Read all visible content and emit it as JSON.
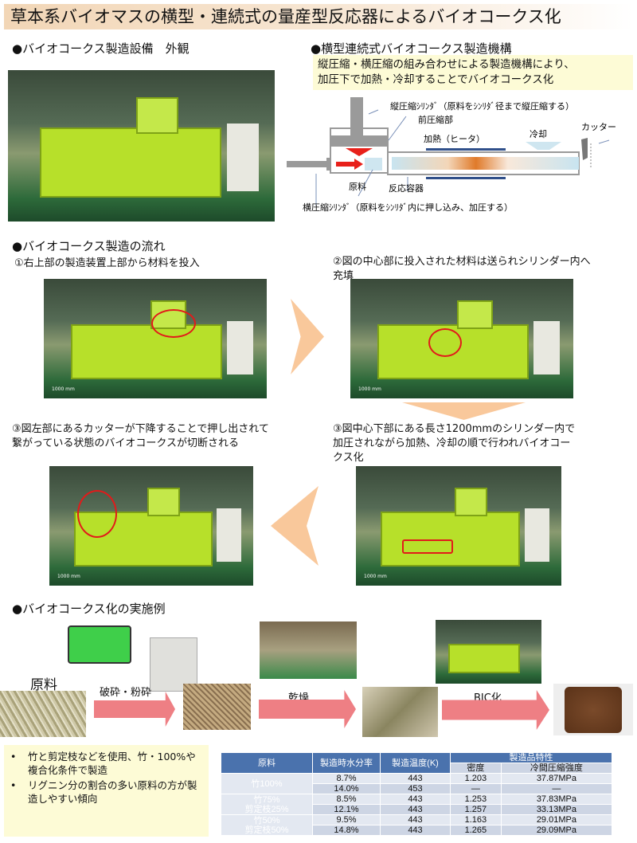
{
  "title": "草本系バイオマスの横型・連続式の量産型反応器によるバイオコークス化",
  "section_equipment": "●バイオコークス製造設備　外観",
  "section_mechanism": "●横型連続式バイオコークス製造機構",
  "mechanism_desc": [
    "縦圧縮・横圧縮の組み合わせによる製造機構により、",
    "加圧下で加熱・冷却することでバイオコークス化"
  ],
  "diagram": {
    "vertical_cylinder": "縦圧縮ｼﾘﾝﾀﾞ（原料をｼﾝﾘﾀﾞ径まで縦圧縮する）",
    "pre_compression": "前圧縮部",
    "heating": "加熱（ヒータ）",
    "cooling": "冷却",
    "cutter": "カッター",
    "raw": "原料",
    "reactor": "反応容器",
    "horizontal_cylinder": "横圧縮ｼﾘﾝﾀﾞ（原料をｼﾝﾘﾀﾞ内に押し込み、加圧する）",
    "colors": {
      "gray": "#9a9a9a",
      "red": "#e8201a",
      "heater": "#2f4f8a",
      "hot": "#e07a2a",
      "cool": "#bfe0ee"
    }
  },
  "section_flow": "●バイオコークス製造の流れ",
  "steps": [
    {
      "text": "①右上部の製造装置上部から材料を投入",
      "scale": "1000 mm"
    },
    {
      "text": "②図の中心部に投入された材料は送られシリンダー内へ充填",
      "scale": "1000 mm"
    },
    {
      "text": "③図左部にあるカッターが下降することで押し出されて繋がっている状態のバイオコークスが切断される",
      "scale": "1000 mm"
    },
    {
      "text": "③図中心下部にある長さ1200mmのシリンダー内で加圧されながら加熱、冷却の順で行われバイオコークス化",
      "scale": "1000 mm"
    }
  ],
  "section_example": "●バイオコークス化の実施例",
  "example": {
    "raw": "原料",
    "crush": "破砕・粉砕",
    "dry": "乾燥",
    "bic": "BIC化"
  },
  "bullets": [
    "竹と剪定枝などを使用、竹・100%や複合化条件で製造",
    "リグニン分の割合の多い原料の方が製造しやすい傾向"
  ],
  "table": {
    "headers": {
      "material": "原料",
      "moisture": "製造時水分率",
      "temp": "製造温度(K)",
      "props": "製造品特性",
      "density": "密度",
      "strength": "冷間圧縮強度"
    },
    "groups": [
      {
        "material": "竹100%",
        "rows": [
          [
            "8.7%",
            "443",
            "1.203",
            "37.87MPa"
          ],
          [
            "14.0%",
            "453",
            "—",
            "—"
          ]
        ]
      },
      {
        "material": "竹75%\n剪定枝25%",
        "rows": [
          [
            "8.5%",
            "443",
            "1.253",
            "37.83MPa"
          ],
          [
            "12.1%",
            "443",
            "1.257",
            "33.13MPa"
          ]
        ]
      },
      {
        "material": "竹50%\n剪定枝50%",
        "rows": [
          [
            "9.5%",
            "443",
            "1.163",
            "29.01MPa"
          ],
          [
            "14.8%",
            "443",
            "1.265",
            "29.09MPa"
          ]
        ]
      }
    ]
  }
}
